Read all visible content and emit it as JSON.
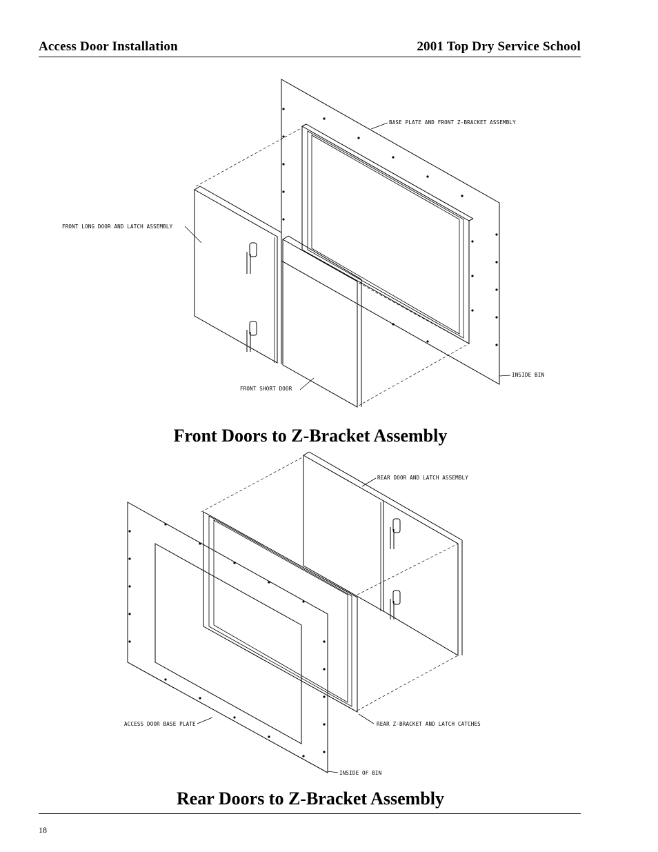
{
  "header": {
    "left": "Access Door Installation",
    "right": "2001 Top Dry Service School"
  },
  "figure1": {
    "caption": "Front Doors to Z-Bracket Assembly",
    "labels": {
      "base_plate": "BASE PLATE AND FRONT Z-BRACKET ASSEMBLY",
      "long_door": "FRONT LONG DOOR AND LATCH ASSEMBLY",
      "short_door": "FRONT SHORT DOOR",
      "inside_bin": "INSIDE BIN"
    }
  },
  "figure2": {
    "caption": "Rear Doors to Z-Bracket Assembly",
    "labels": {
      "rear_door": "REAR DOOR AND LATCH ASSEMBLY",
      "base_plate": "ACCESS DOOR BASE PLATE",
      "z_bracket": "REAR Z-BRACKET AND LATCH CATCHES",
      "inside_bin": "INSIDE OF BIN"
    }
  },
  "footer": {
    "page_number": "18"
  }
}
